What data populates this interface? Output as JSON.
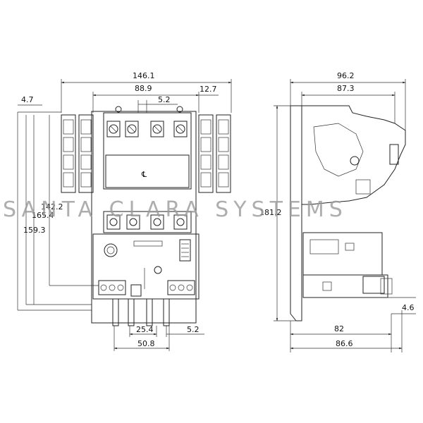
{
  "watermark": "SANTA CLARA SYSTEMS",
  "front_view": {
    "overall_width": "146.1",
    "inner_width": "88.9",
    "terminal_pitch": "5.2",
    "side_block_width": "12.7",
    "left_offset": "4.7",
    "height_overall": "165.4",
    "height_mid": "159.3",
    "height_inner": "142.2",
    "center_mark": "℄",
    "bottom_spacing": "25.4",
    "bottom_slot": "5.2",
    "bottom_total": "50.8"
  },
  "side_view": {
    "overall_depth": "96.2",
    "inner_depth": "87.3",
    "height": "181.2",
    "bottom_offset": "4.6",
    "base_depth": "82",
    "base_total": "86.6"
  }
}
